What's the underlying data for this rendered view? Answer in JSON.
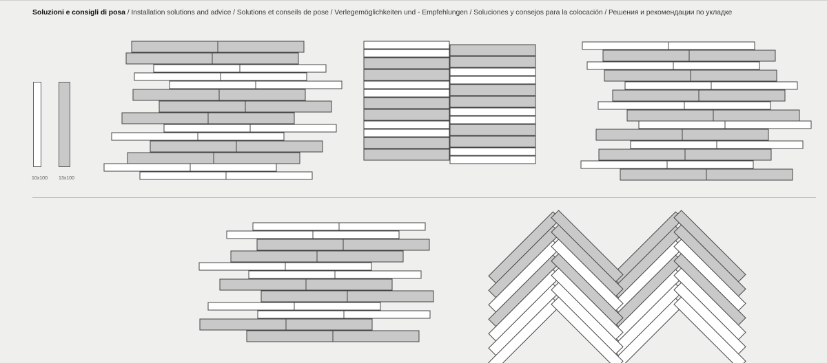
{
  "header": {
    "title_bold": "Soluzioni e consigli di posa",
    "title_rest": " / Installation solutions and advice / Solutions et conseils de pose / Verlegemöglichkeiten und - Empfehlungen / Soluciones y consejos para la colocación / Решения и рекомендации по укладке"
  },
  "samples": [
    {
      "label": "10x100",
      "color": "#ffffff"
    },
    {
      "label": "13x100",
      "color": "#c9c9c9"
    }
  ],
  "colors": {
    "light_tile": "#ffffff",
    "gray_tile": "#c9c9c9",
    "outline": "#444444",
    "background": "#efefed"
  }
}
